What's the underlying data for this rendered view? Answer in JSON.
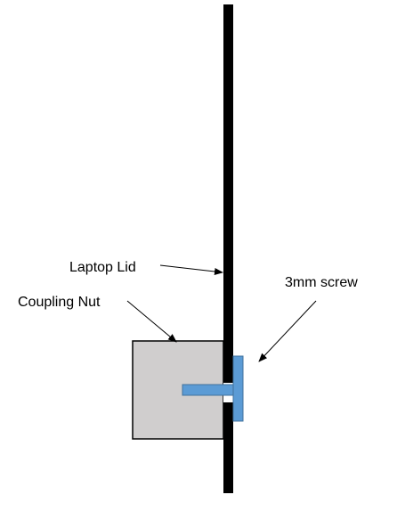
{
  "labels": {
    "laptop_lid": "Laptop Lid",
    "coupling_nut": "Coupling Nut",
    "screw": "3mm screw"
  },
  "colors": {
    "lid": "#000000",
    "nut_fill": "#d0cece",
    "nut_stroke": "#000000",
    "screw_fill": "#5b9bd5",
    "screw_stroke": "#41719c",
    "background": "#ffffff"
  }
}
